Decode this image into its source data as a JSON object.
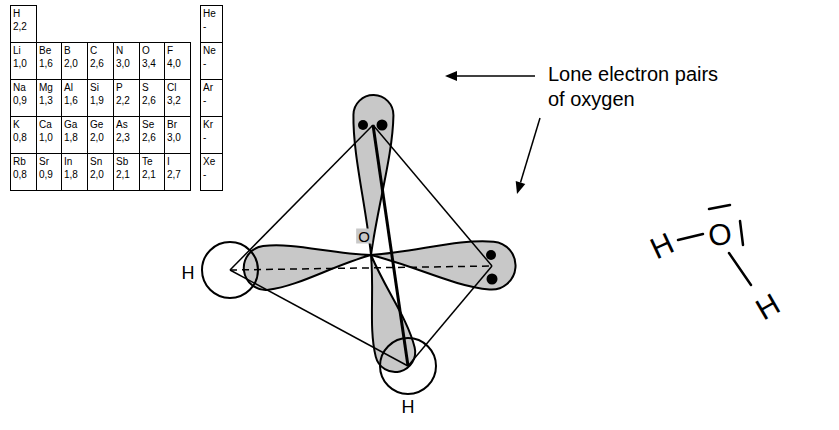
{
  "diagram": {
    "labels": [
      "H",
      "2,2",
      "He",
      "-",
      "Li",
      "1,0",
      "Be",
      "1,6",
      "B",
      "2,0",
      "C",
      "2,6",
      "N",
      "3,0",
      "O",
      "3,4",
      "F",
      "4,0",
      "Ne",
      "-",
      "Na",
      "0,9",
      "Mg",
      "1,3",
      "Al",
      "1,6",
      "Si",
      "1,9",
      "P",
      "2,2",
      "S",
      "2,6",
      "Cl",
      "3,2",
      "Ar",
      "-",
      "K",
      "0,8",
      "Ca",
      "1,0",
      "Ga",
      "1,8",
      "Ge",
      "2,0",
      "As",
      "2,3",
      "Se",
      "2,6",
      "Br",
      "3,0",
      "Kr",
      "-",
      "Rb",
      "0,8",
      "Sr",
      "0,9",
      "In",
      "1,8",
      "Sn",
      "2,0",
      "Sb",
      "2,1",
      "Te",
      "2,1",
      "I",
      "2,7",
      "Xe",
      "-",
      "Lone electron pairs of oxygen",
      "O",
      "H",
      "H",
      "H",
      "O",
      "H"
    ]
  }
}
